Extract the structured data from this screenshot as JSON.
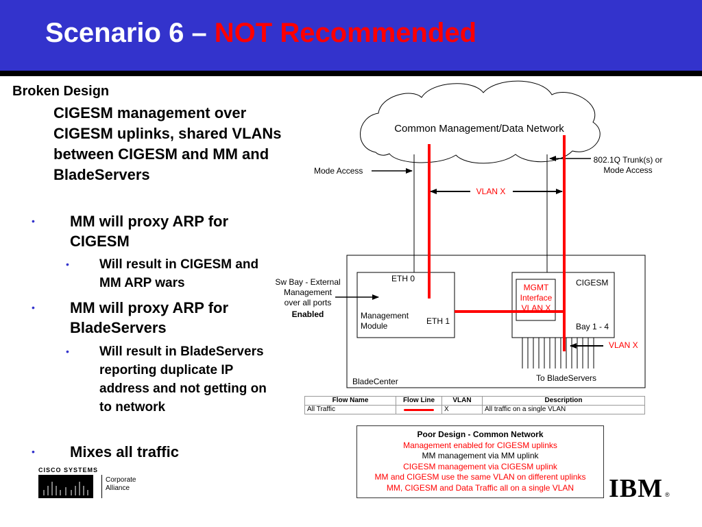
{
  "slide": {
    "title_main": "Scenario 6 – ",
    "title_highlight": "NOT Recommended",
    "broken_design": "Broken Design",
    "broken_design_detail": "CIGESM management over CIGESM uplinks, shared VLANs between CIGESM and MM and BladeServers",
    "bullets": [
      {
        "text": "MM will proxy ARP for CIGESM",
        "sub": "Will result in CIGESM and MM ARP wars"
      },
      {
        "text": "MM will proxy ARP for BladeServers",
        "sub": "Will result in BladeServers reporting duplicate IP address and not getting on to network"
      },
      {
        "text": "Mixes all traffic"
      }
    ]
  },
  "diagram": {
    "cloud_label": "Common Management/Data Network",
    "mode_access": "Mode Access",
    "trunk_label_1": "802.1Q Trunk(s) or",
    "trunk_label_2": "Mode Access",
    "vlan_x_top": "VLAN X",
    "sw_bay_1": "Sw Bay - External",
    "sw_bay_2": "Management",
    "sw_bay_3": "over all ports",
    "sw_bay_4": "Enabled",
    "eth0": "ETH 0",
    "eth1": "ETH 1",
    "mm_1": "Management",
    "mm_2": "Module",
    "mgmt_1": "MGMT",
    "mgmt_2": "Interface",
    "mgmt_3": "VLAN X",
    "cigesm": "CIGESM",
    "bay": "Bay 1 - 4",
    "vlan_x_right": "VLAN X",
    "to_blades": "To BladeServers",
    "bladecenter": "BladeCenter"
  },
  "flow_table": {
    "headers": [
      "Flow Name",
      "Flow Line",
      "VLAN",
      "Description"
    ],
    "rows": [
      {
        "name": "All Traffic",
        "line_color": "#ff0000",
        "vlan": "X",
        "description": "All traffic on a single VLAN"
      }
    ]
  },
  "note_box": {
    "title": "Poor Design - Common Network",
    "lines": [
      {
        "text": "Management enabled for CIGESM uplinks",
        "color": "red"
      },
      {
        "text": "MM management via MM uplink",
        "color": "black"
      },
      {
        "text": "CIGESM management via CIGESM uplink",
        "color": "red"
      },
      {
        "text": "MM and CIGESM use the same VLAN on different uplinks",
        "color": "red"
      },
      {
        "text": "MM, CIGESM and Data Traffic all on a single VLAN",
        "color": "red"
      }
    ]
  },
  "logos": {
    "cisco_name": "Cisco Systems",
    "alliance_1": "Corporate",
    "alliance_2": "Alliance",
    "ibm": "IBM"
  },
  "colors": {
    "title_bar": "#3333cc",
    "accent": "#ff0000",
    "bullet": "#3333cc"
  },
  "icons": [
    "arrow-icon",
    "cloud-icon"
  ]
}
